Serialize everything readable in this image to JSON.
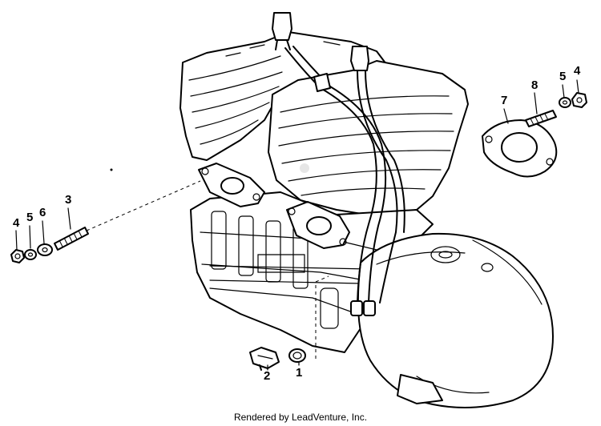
{
  "callouts": [
    {
      "id": "c1",
      "text": "1"
    },
    {
      "id": "c2",
      "text": "2"
    },
    {
      "id": "c3",
      "text": "3"
    },
    {
      "id": "c4l",
      "text": "4"
    },
    {
      "id": "c5l",
      "text": "5"
    },
    {
      "id": "c6",
      "text": "6"
    },
    {
      "id": "c7",
      "text": "7"
    },
    {
      "id": "c8",
      "text": "8"
    },
    {
      "id": "c5r",
      "text": "5"
    },
    {
      "id": "c4r",
      "text": "4"
    }
  ],
  "footer": "Rendered by LeadVenture, Inc."
}
